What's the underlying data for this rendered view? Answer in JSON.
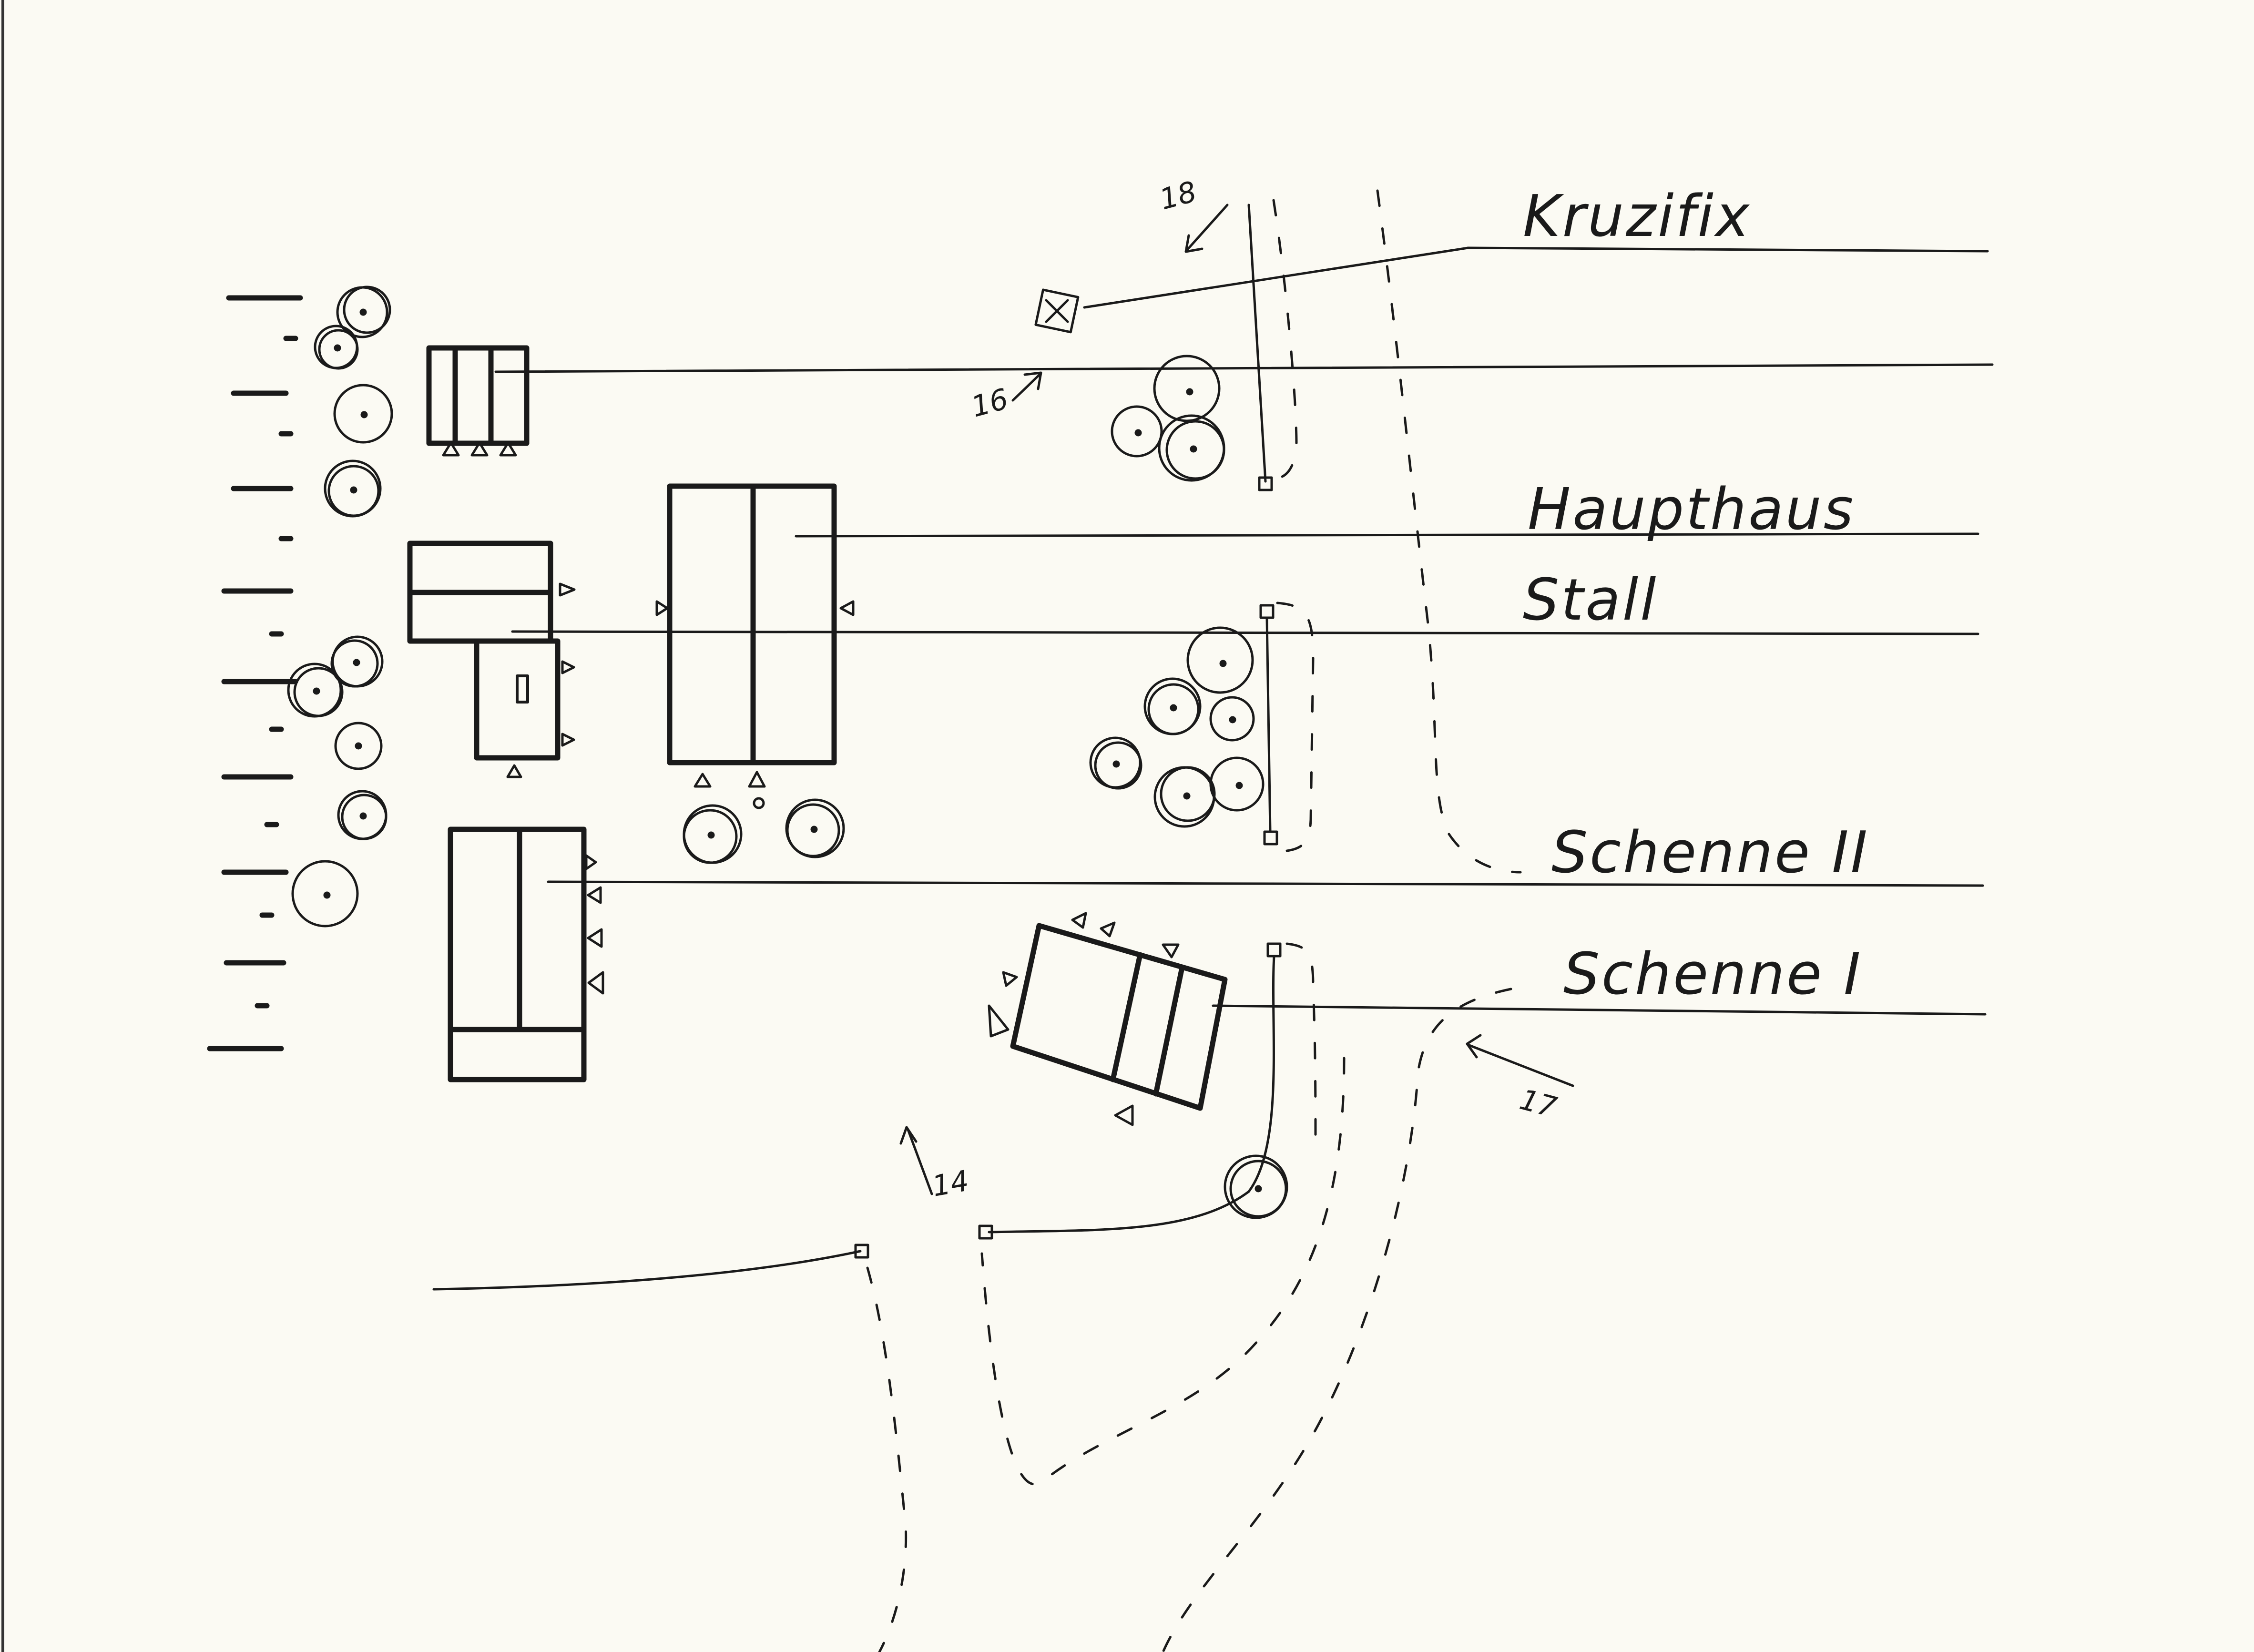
{
  "labels": {
    "kruzifix": "Kruzifix",
    "haupthaus": "Haupthaus",
    "stall": "Stall",
    "schenne2": "Schenne II",
    "schenne1": "Schenne I"
  },
  "photo_points": {
    "p14": "14",
    "p16": "16",
    "p17": "17",
    "p18": "18"
  },
  "colors": {
    "paper": "#fbfaf3",
    "ink": "#1a1a1a"
  }
}
